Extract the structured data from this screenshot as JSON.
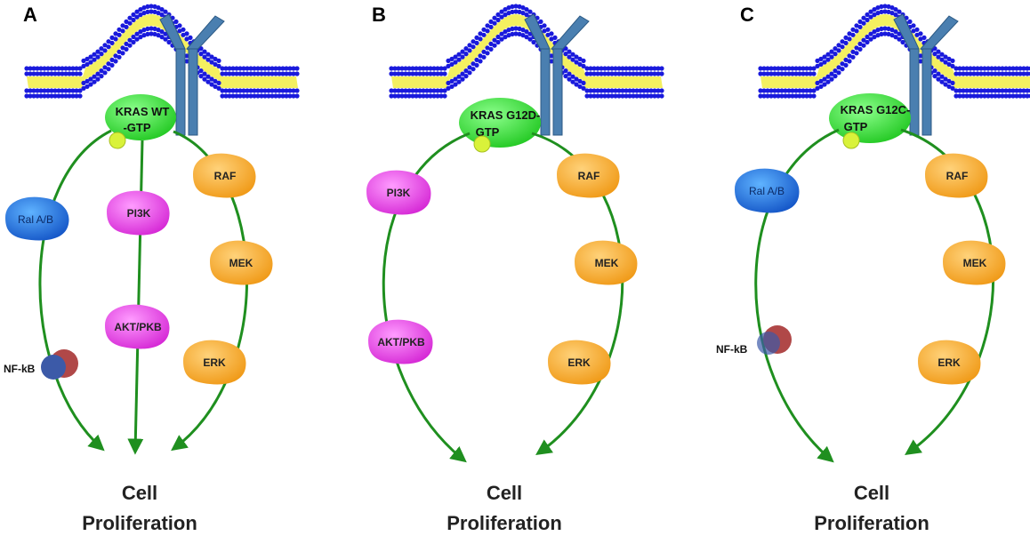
{
  "figure": {
    "panels": [
      {
        "label": "A",
        "kras_line1": "KRAS WT",
        "kras_line2": "-GTP",
        "outcome_line1": "Cell",
        "outcome_line2": "Proliferation",
        "proteins": {
          "ral": "Ral A/B",
          "pi3k": "PI3K",
          "akt": "AKT/PKB",
          "raf": "RAF",
          "mek": "MEK",
          "erk": "ERK",
          "nfkb": "NF-kB"
        }
      },
      {
        "label": "B",
        "kras_line1": "KRAS G12D-",
        "kras_line2": "GTP",
        "outcome_line1": "Cell",
        "outcome_line2": "Proliferation",
        "proteins": {
          "pi3k": "PI3K",
          "akt": "AKT/PKB",
          "raf": "RAF",
          "mek": "MEK",
          "erk": "ERK"
        }
      },
      {
        "label": "C",
        "kras_line1": "KRAS G12C-",
        "kras_line2": "GTP",
        "outcome_line1": "Cell",
        "outcome_line2": "Proliferation",
        "proteins": {
          "ral": "Ral A/B",
          "raf": "RAF",
          "mek": "MEK",
          "erk": "ERK",
          "nfkb": "NF-kB"
        }
      }
    ],
    "colors": {
      "membrane_head": "#1a1adc",
      "membrane_tail": "#f4f060",
      "receptor": "#4a7fb0",
      "kras": "#2ee02e",
      "gtp": "#d9f23a",
      "raf_mek_erk": "#f7a926",
      "pi3k_akt": "#e83ee8",
      "ral": "#1d6fe0",
      "nfkb_blue": "#3c5aa8",
      "nfkb_red": "#b04848",
      "arrow": "#1f8f1f"
    }
  }
}
